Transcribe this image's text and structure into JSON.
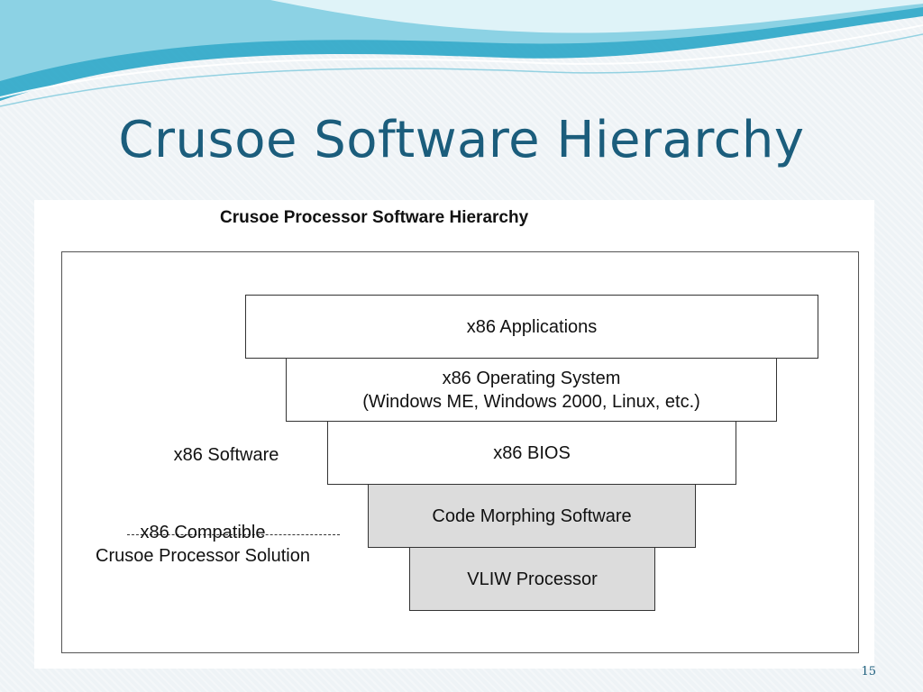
{
  "slide": {
    "title": "Crusoe Software Hierarchy",
    "page_number": "15"
  },
  "figure": {
    "title": "Crusoe Processor Software Hierarchy",
    "layers": [
      {
        "line1": "x86 Applications",
        "line2": "",
        "fill": "#ffffff"
      },
      {
        "line1": "x86 Operating System",
        "line2": "(Windows ME, Windows 2000, Linux, etc.)",
        "fill": "#ffffff"
      },
      {
        "line1": "x86 BIOS",
        "line2": "",
        "fill": "#ffffff"
      },
      {
        "line1": "Code Morphing Software",
        "line2": "",
        "fill": "#dcdcdc"
      },
      {
        "line1": "VLIW Processor",
        "line2": "",
        "fill": "#dcdcdc"
      }
    ],
    "software_label": "x86 Software",
    "hardware_label_line1": "x86 Compatible",
    "hardware_label_line2": "Crusoe Processor Solution"
  },
  "colors": {
    "title": "#1b5d7c",
    "swoosh_dark": "#2aa6c8",
    "swoosh_light": "#9ad8e8"
  }
}
